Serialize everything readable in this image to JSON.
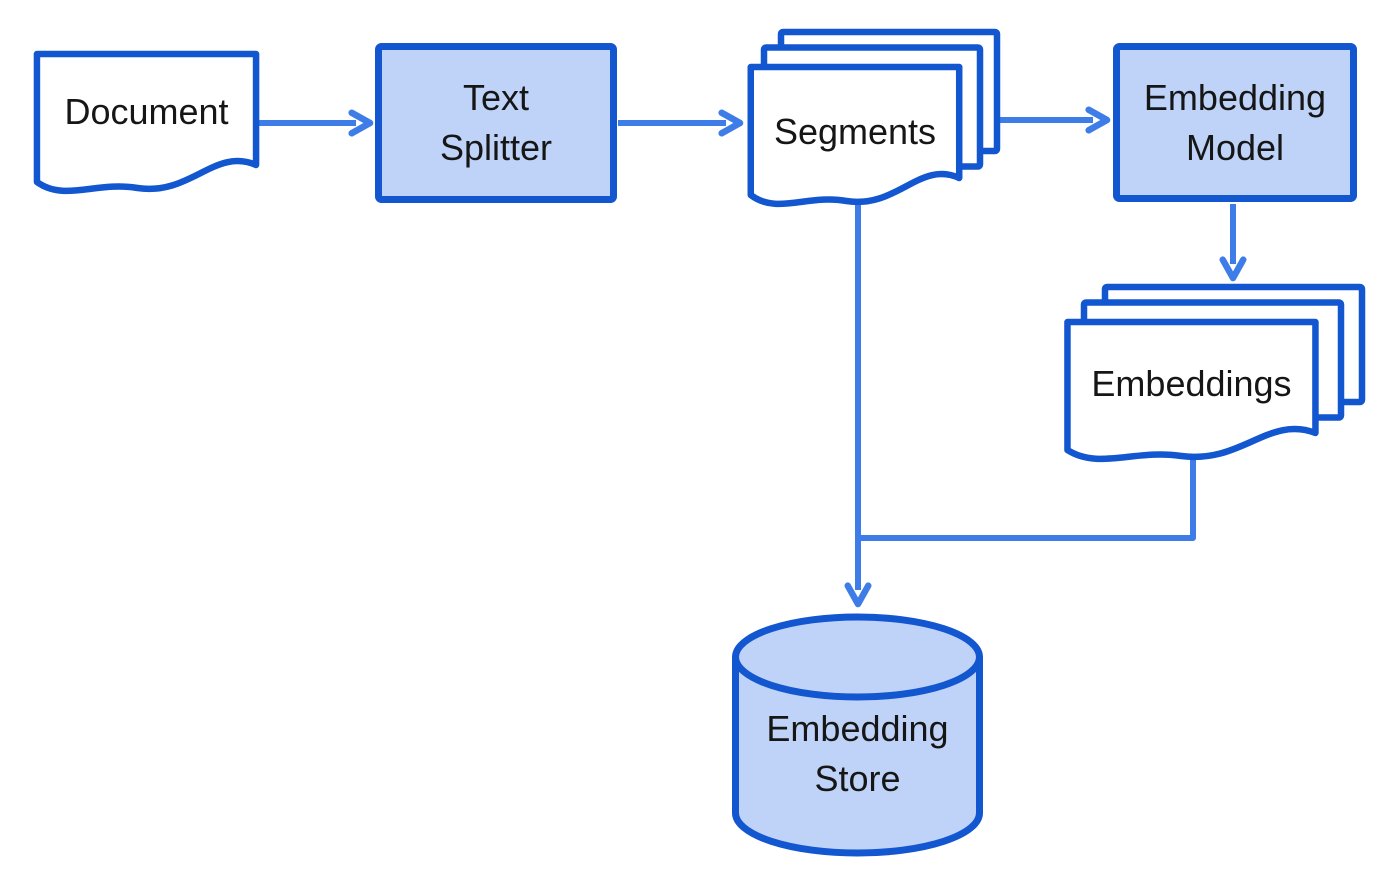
{
  "diagram": {
    "description": "Embedding pipeline flowchart",
    "nodes": {
      "document": {
        "label": "Document",
        "type": "document"
      },
      "text_splitter": {
        "label": "Text Splitter",
        "type": "process"
      },
      "segments": {
        "label": "Segments",
        "type": "document-stack"
      },
      "embedding_model": {
        "label": "Embedding Model",
        "type": "process"
      },
      "embeddings": {
        "label": "Embeddings",
        "type": "document-stack"
      },
      "embedding_store": {
        "label": "Embedding Store",
        "type": "database-cylinder"
      }
    },
    "edges": [
      {
        "from": "document",
        "to": "text_splitter",
        "style": "arrow"
      },
      {
        "from": "text_splitter",
        "to": "segments",
        "style": "arrow"
      },
      {
        "from": "segments",
        "to": "embedding_model",
        "style": "arrow"
      },
      {
        "from": "embedding_model",
        "to": "embeddings",
        "style": "arrow"
      },
      {
        "from": "segments",
        "to": "embedding_store",
        "style": "arrow"
      },
      {
        "from": "embeddings",
        "to": "embedding_store",
        "style": "merge-line"
      }
    ],
    "colors": {
      "shape_border": "#1256D0",
      "process_fill": "#BED3F7",
      "document_fill": "#FFFFFF",
      "arrow": "#3E7DE8",
      "text": "#161616",
      "background": "#FFFFFF"
    }
  }
}
